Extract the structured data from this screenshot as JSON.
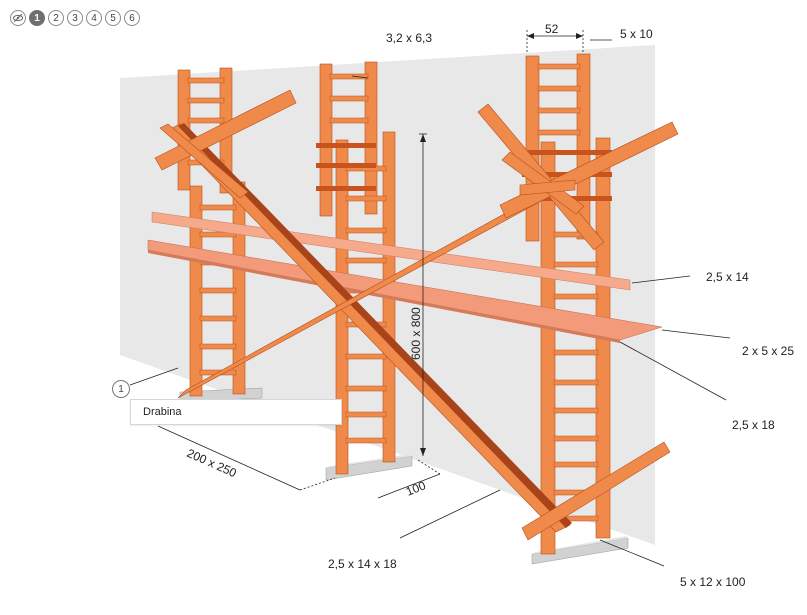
{
  "toolbar": {
    "icon": "eye-slash-icon",
    "steps": [
      "1",
      "2",
      "3",
      "4",
      "5",
      "6"
    ],
    "active_step": "1"
  },
  "callout": {
    "number": "1",
    "label": "Drabina"
  },
  "dimensions": {
    "width_top": "52",
    "post_top": "5 x 10",
    "rung": "3,2 x 6,3",
    "height": "600 x 800",
    "board_upper": "2,5 x 14",
    "board_lower": "2 x 5 x 25",
    "board_diag": "2,5 x 18",
    "spread": "200 x 250",
    "depth": "100",
    "brace": "2,5 x 14 x 18",
    "foot": "5 x 12 x 100"
  },
  "colors": {
    "wood": "#f08a4b",
    "wood_dark": "#c8531d",
    "board_pink": "#f7a98c",
    "wall": "#e8e8e8",
    "foot": "#d2d2d2"
  }
}
